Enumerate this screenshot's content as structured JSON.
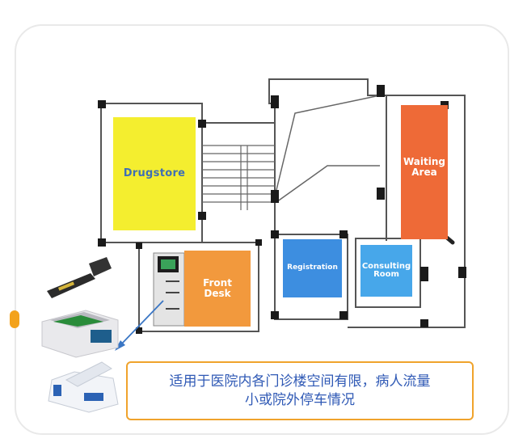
{
  "rooms": {
    "drugstore": "Drugstore",
    "front_desk": "Front\nDesk",
    "registration": "Registration",
    "consulting_room": "Consulting\nRoom",
    "waiting_area": "Waiting\nArea"
  },
  "note": "适用于医院内各门诊楼空间有限，病人流量\n小或院外停车情况",
  "colors": {
    "drugstore": "#f4ee2f",
    "front_desk": "#f2993d",
    "registration": "#3d8ee0",
    "consulting_room": "#47a7ea",
    "waiting_area": "#ee6a37",
    "note_border": "#f0a32c",
    "note_text": "#2f59b5"
  },
  "icons": [
    "handheld-metal-detector-icon",
    "tray-xray-scanner-icon",
    "trace-detector-icon",
    "walkthrough-gate-icon"
  ]
}
